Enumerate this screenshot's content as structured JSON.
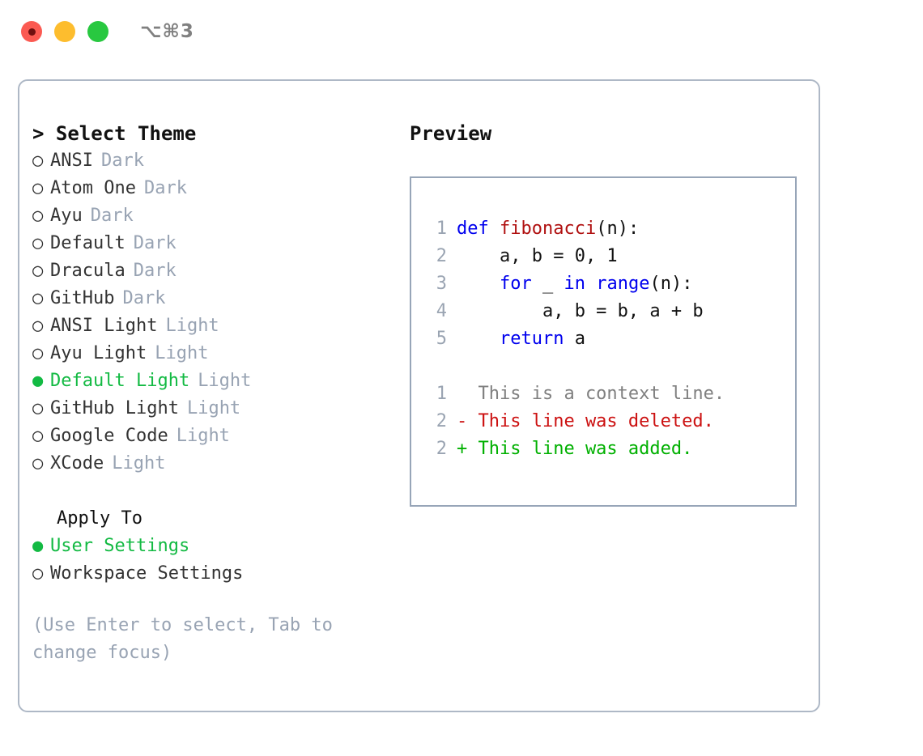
{
  "titlebar": {
    "traffic_lights": [
      {
        "name": "close",
        "color": "#fb5a52"
      },
      {
        "name": "minimize",
        "color": "#fdbd2e"
      },
      {
        "name": "zoom",
        "color": "#28c840"
      }
    ],
    "shortcut": "⌥⌘3"
  },
  "theme_panel": {
    "header": "> Select Theme",
    "prompt_symbol": ">",
    "bullet_selected": "●",
    "bullet_unselected": "○",
    "themes": [
      {
        "label": "ANSI",
        "tag": "Dark",
        "selected": false
      },
      {
        "label": "Atom One",
        "tag": "Dark",
        "selected": false
      },
      {
        "label": "Ayu",
        "tag": "Dark",
        "selected": false
      },
      {
        "label": "Default",
        "tag": "Dark",
        "selected": false
      },
      {
        "label": "Dracula",
        "tag": "Dark",
        "selected": false
      },
      {
        "label": "GitHub",
        "tag": "Dark",
        "selected": false
      },
      {
        "label": "ANSI Light",
        "tag": "Light",
        "selected": false
      },
      {
        "label": "Ayu Light",
        "tag": "Light",
        "selected": false
      },
      {
        "label": "Default Light",
        "tag": "Light",
        "selected": true
      },
      {
        "label": "GitHub Light",
        "tag": "Light",
        "selected": false
      },
      {
        "label": "Google Code",
        "tag": "Light",
        "selected": false
      },
      {
        "label": "XCode",
        "tag": "Light",
        "selected": false
      }
    ],
    "apply_to": {
      "title": "Apply To",
      "options": [
        {
          "label": "User Settings",
          "selected": true
        },
        {
          "label": "Workspace Settings",
          "selected": false
        }
      ]
    },
    "hint": "(Use Enter to select, Tab to change focus)"
  },
  "preview": {
    "title": "Preview",
    "code": [
      {
        "lineno": "1",
        "tokens": [
          {
            "text": "def ",
            "kind": "kw"
          },
          {
            "text": "fibonacci",
            "kind": "fn"
          },
          {
            "text": "(n):",
            "kind": "pl"
          }
        ]
      },
      {
        "lineno": "2",
        "tokens": [
          {
            "text": "    a, b = 0, 1",
            "kind": "pl"
          }
        ]
      },
      {
        "lineno": "3",
        "tokens": [
          {
            "text": "    ",
            "kind": "pl"
          },
          {
            "text": "for",
            "kind": "kw"
          },
          {
            "text": " _ ",
            "kind": "pl"
          },
          {
            "text": "in range",
            "kind": "kw"
          },
          {
            "text": "(n):",
            "kind": "pl"
          }
        ]
      },
      {
        "lineno": "4",
        "tokens": [
          {
            "text": "        a, b = b, a + b",
            "kind": "pl"
          }
        ]
      },
      {
        "lineno": "5",
        "tokens": [
          {
            "text": "    ",
            "kind": "pl"
          },
          {
            "text": "return",
            "kind": "kw"
          },
          {
            "text": " a",
            "kind": "pl"
          }
        ]
      }
    ],
    "diff": [
      {
        "lineno": "1",
        "marker": " ",
        "text": "  This is a context line.",
        "kind": "ctx"
      },
      {
        "lineno": "2",
        "marker": "-",
        "text": "- This line was deleted.",
        "kind": "del"
      },
      {
        "lineno": "2",
        "marker": "+",
        "text": "+ This line was added.",
        "kind": "add"
      }
    ]
  },
  "colors": {
    "accent_green": "#13ba43",
    "muted": "#98a3b3",
    "keyword_blue": "#0000ee",
    "function_red": "#b01010",
    "diff_deleted": "#cc1111",
    "diff_added": "#00b000",
    "border": "#aeb8c6"
  }
}
